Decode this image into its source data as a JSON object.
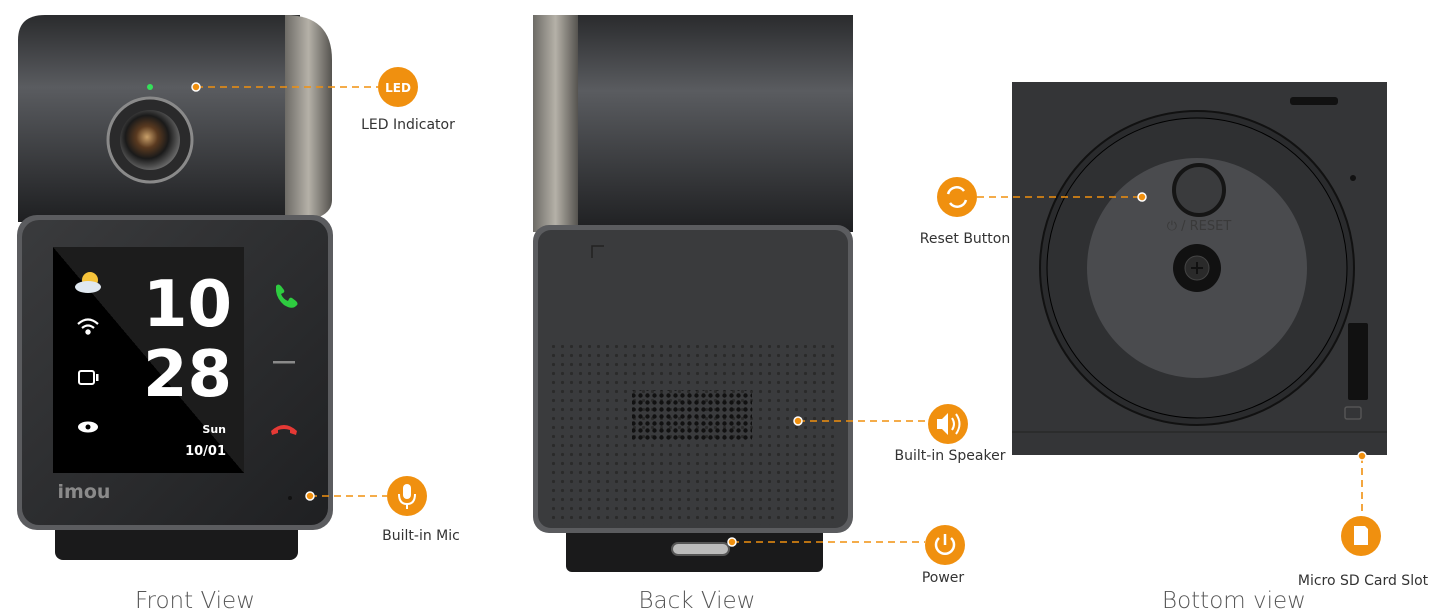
{
  "views": {
    "front": "Front View",
    "back": "Back View",
    "bottom": "Bottom view"
  },
  "callouts": {
    "led": {
      "badge": "LED",
      "label": "LED Indicator"
    },
    "mic": {
      "label": "Built-in Mic"
    },
    "speaker": {
      "label": "Built-in Speaker"
    },
    "power": {
      "label": "Power"
    },
    "reset": {
      "label": "Reset Button"
    },
    "sd": {
      "label": "Micro SD Card Slot"
    }
  },
  "screen": {
    "hour": "10",
    "minute": "28",
    "day": "Sun",
    "date": "10/01",
    "brand": "imou"
  },
  "device_labels": {
    "reset_print": "⏻ / RESET"
  },
  "colors": {
    "accent": "#f0900f",
    "call_accept": "#2ecc40",
    "call_end": "#e53935"
  }
}
